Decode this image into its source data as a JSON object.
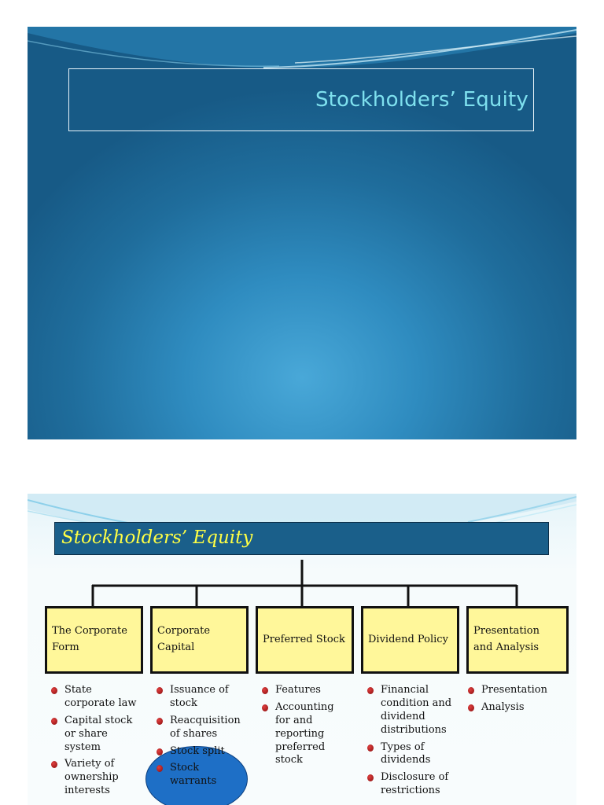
{
  "slide1": {
    "title": "Stockholders’ Equity"
  },
  "slide2": {
    "banner_title": "Stockholders’ Equity",
    "categories": [
      {
        "label": "The Corporate Form",
        "items": [
          "State corporate law",
          "Capital stock or share system",
          "Variety of ownership interests"
        ]
      },
      {
        "label": "Corporate Capital",
        "items": [
          "Issuance of stock",
          "Reacquisition of shares",
          "Stock split",
          "Stock warrants"
        ]
      },
      {
        "label": "Preferred Stock",
        "items": [
          "Features",
          "Accounting for and reporting preferred stock"
        ]
      },
      {
        "label": "Dividend Policy",
        "items": [
          "Financial condition and dividend distributions",
          "Types of dividends",
          "Disclosure of restrictions"
        ]
      },
      {
        "label": "Presentation and Analysis",
        "items": [
          "Presentation",
          "Analysis"
        ]
      }
    ]
  }
}
